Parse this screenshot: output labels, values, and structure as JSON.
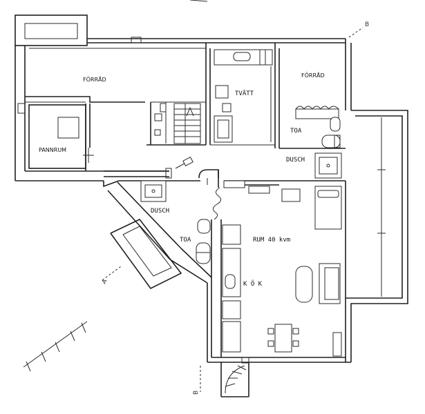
{
  "labels": {
    "forrad_left": "FÖRRÅD",
    "forrad_right": "FÖRRÅD",
    "tvatt": "TVÄTT",
    "pannrum": "PANNRUM",
    "toa_upper": "TOA",
    "dusch_upper": "DUSCH",
    "dusch_lower": "DUSCH",
    "toa_lower": "TOA",
    "rum": "RUM 40 kvm",
    "kok": "K Ö K"
  },
  "section_marks": {
    "b_top": "B",
    "a_left": "A",
    "b_bottom": "B"
  },
  "colors": {
    "line": "#1e1e1e",
    "paper": "#ffffff"
  }
}
